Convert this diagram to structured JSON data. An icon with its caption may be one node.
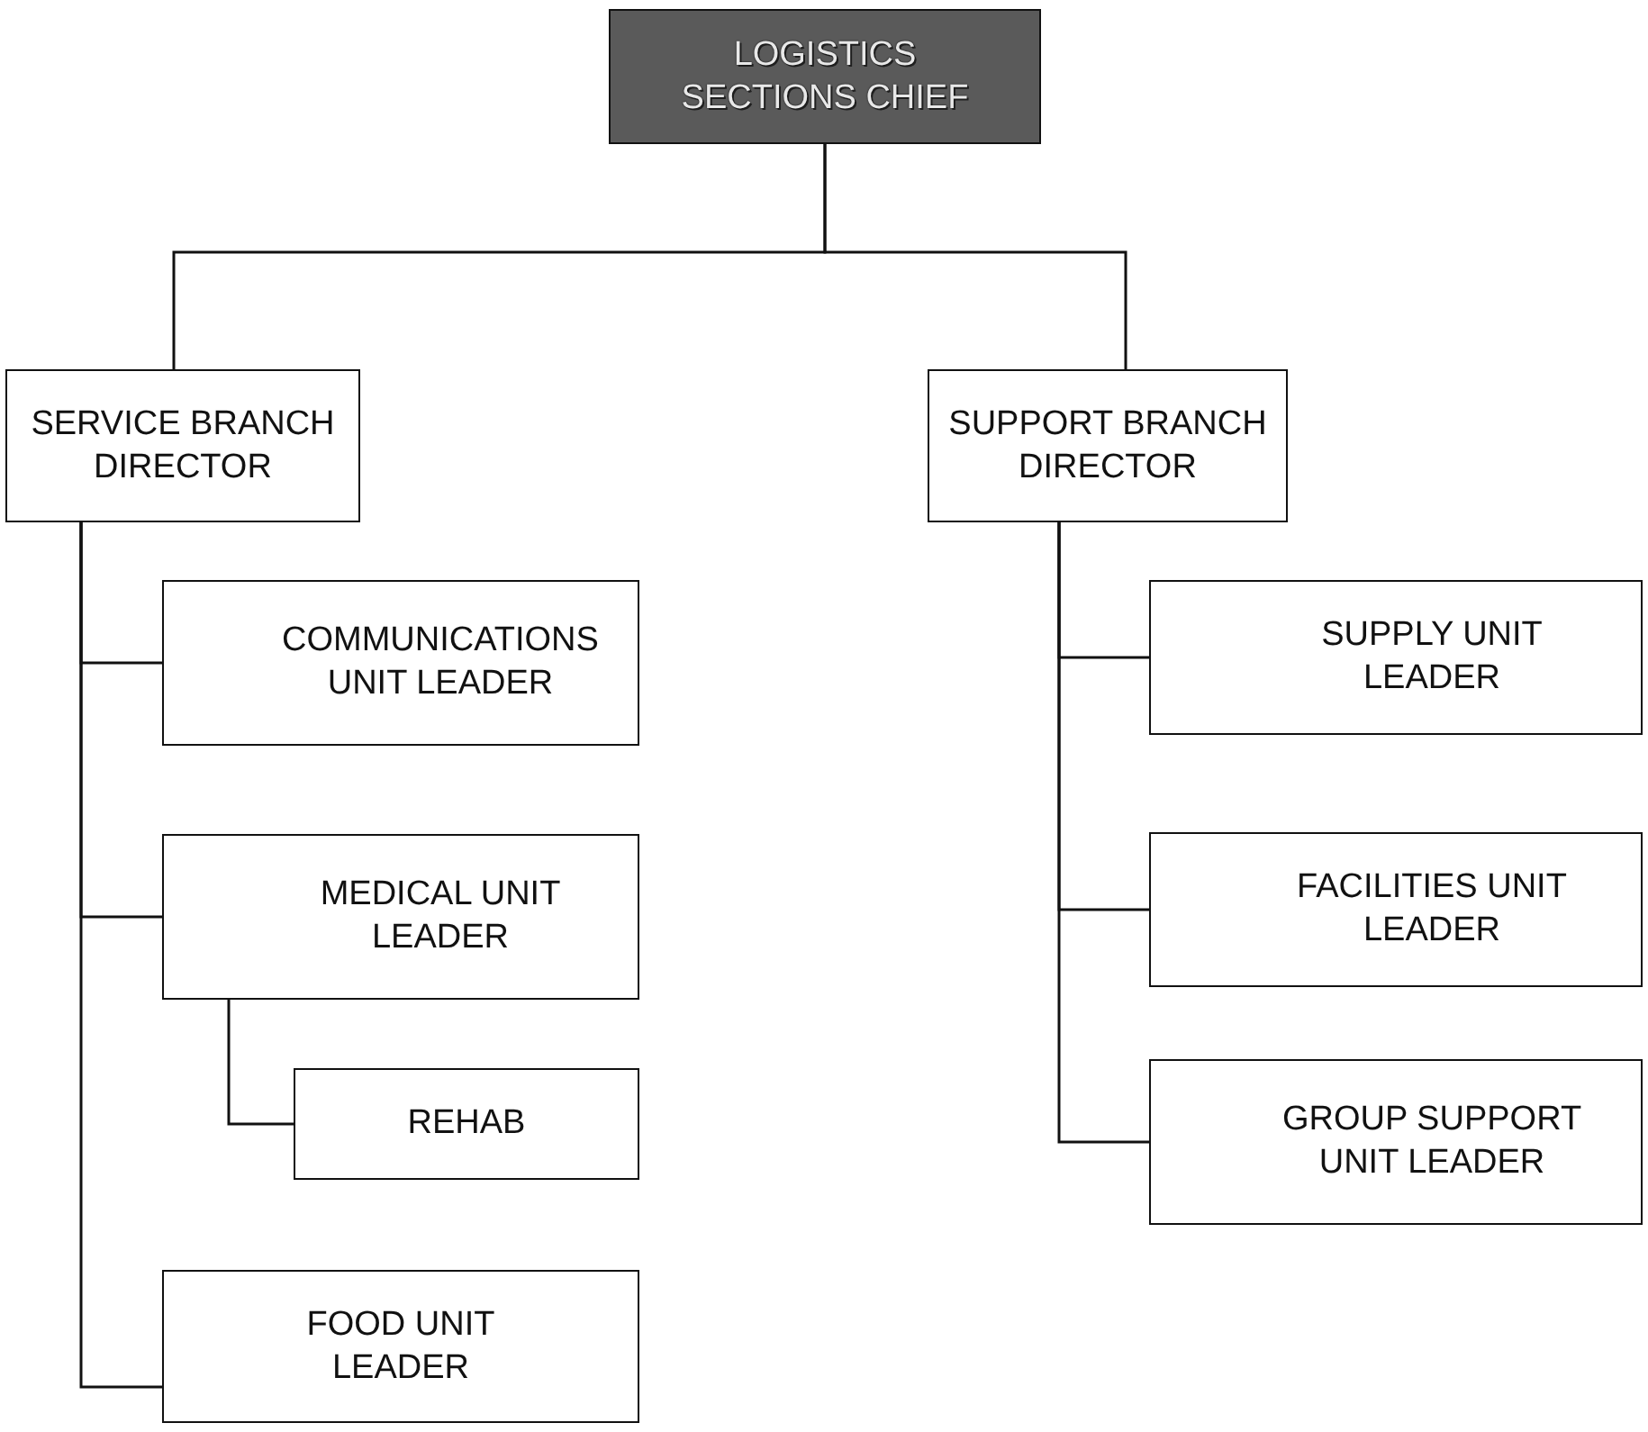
{
  "diagram": {
    "nodes": [
      {
        "text": [
          "LOGISTICS SECTIONS CHIEF"
        ]
      },
      {
        "text": [
          "SERVICE BRANCH DIRECTOR"
        ]
      },
      {
        "text": [
          "SUPPORT BRANCH DIRECTOR"
        ]
      },
      {
        "text": [
          "COMMUNICATIONS UNIT LEADER"
        ]
      },
      {
        "text": [
          "MEDICAL UNIT LEADER"
        ]
      },
      {
        "text": [
          "REHAB"
        ]
      },
      {
        "text": [
          "FOOD UNIT LEADER"
        ]
      },
      {
        "text": [
          "SUPPLY UNIT LEADER"
        ]
      },
      {
        "text": [
          "FACILITIES UNIT LEADER"
        ]
      },
      {
        "text": [
          "GROUP SUPPORT UNIT LEADER"
        ]
      }
    ],
    "edges": [
      {
        "from": 0,
        "to": 1,
        "arrow": "none"
      },
      {
        "from": 0,
        "to": 2,
        "arrow": "none"
      },
      {
        "from": 1,
        "to": 3,
        "arrow": "none"
      },
      {
        "from": 1,
        "to": 4,
        "arrow": "none"
      },
      {
        "from": 4,
        "to": 5,
        "arrow": "none"
      },
      {
        "from": 1,
        "to": 6,
        "arrow": "none"
      },
      {
        "from": 2,
        "to": 7,
        "arrow": "none"
      },
      {
        "from": 2,
        "to": 8,
        "arrow": "none"
      },
      {
        "from": 2,
        "to": 9,
        "arrow": "none"
      }
    ]
  }
}
